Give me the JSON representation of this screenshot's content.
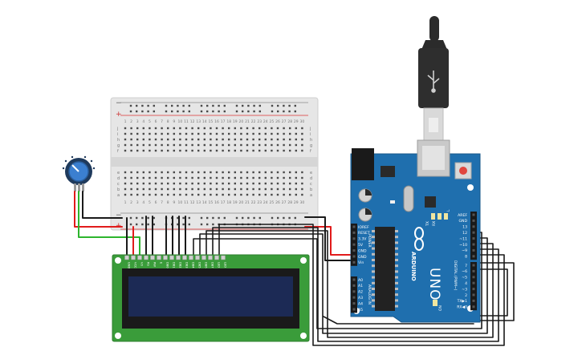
{
  "breadboard": {
    "rail_plus": "+",
    "rail_minus": "−",
    "row_letters_top": [
      "j",
      "i",
      "h",
      "g",
      "f"
    ],
    "row_letters_bottom": [
      "e",
      "d",
      "c",
      "b",
      "a"
    ],
    "column_count": 30
  },
  "arduino": {
    "brand": "ARDUINO",
    "model": "UNO",
    "power_header_title": "POWER",
    "analog_header_title": "ANALOG IN",
    "digital_header_title": "DIGITAL (PWM~)",
    "power_pins": [
      "IOREF",
      "RESET",
      "3.3V",
      "5V",
      "GND",
      "GND",
      "Vin"
    ],
    "analog_pins": [
      "A0",
      "A1",
      "A2",
      "A3",
      "A4",
      "A5"
    ],
    "digital_top_pins": [
      "AREF",
      "GND",
      "13",
      "12",
      "~11",
      "~10",
      "~9",
      "8"
    ],
    "digital_bottom_pins": [
      "7",
      "~6",
      "~5",
      "4",
      "~3",
      "2",
      "TX▶1",
      "RX◀0"
    ],
    "led_labels": [
      "TX",
      "RX",
      "L",
      "ON"
    ],
    "reset_label": "RESET"
  },
  "lcd": {
    "pin_labels": [
      "GND",
      "VCC",
      "V0",
      "RS",
      "RW",
      "E",
      "DB0",
      "DB1",
      "DB2",
      "DB3",
      "DB4",
      "DB5",
      "DB6",
      "DB7",
      "LED",
      "LED"
    ]
  },
  "colors": {
    "breadboard": "#e6e6e6",
    "arduino_board": "#1f6fae",
    "lcd_pcb": "#3a9c3a",
    "lcd_screen": "#1c2a55",
    "wire_red": "#e11b1b",
    "wire_black": "#1a1a1a",
    "wire_green": "#2db52d",
    "pot_knob": "#3b7fd0",
    "usb_body": "#2b2b2b"
  }
}
